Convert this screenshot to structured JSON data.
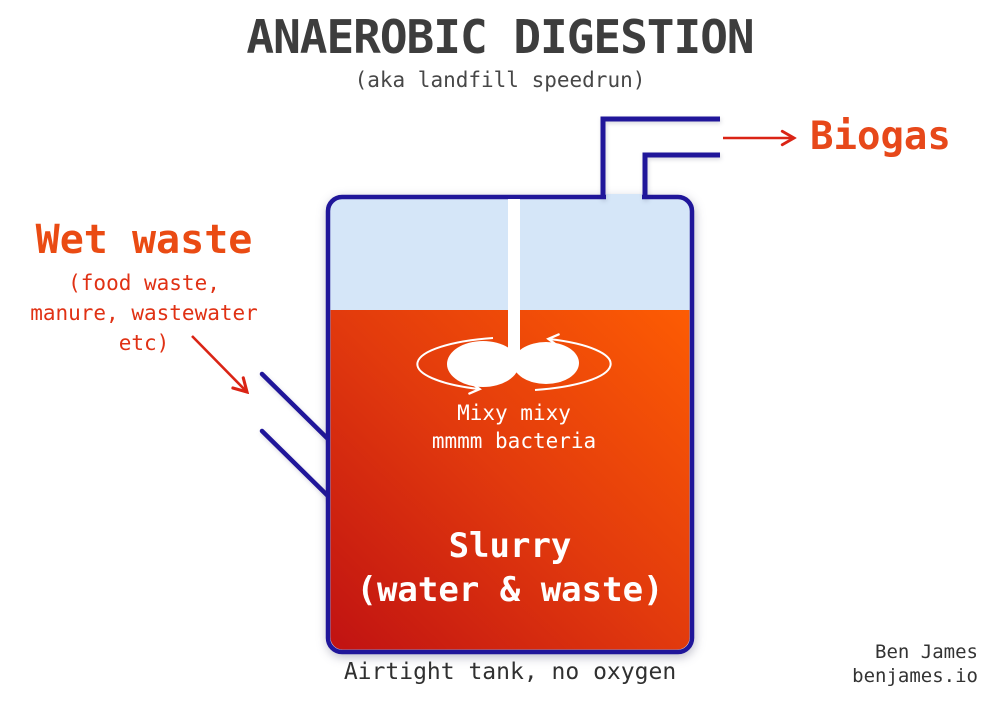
{
  "title": "ANAEROBIC DIGESTION",
  "subtitle": "(aka landfill speedrun)",
  "labels": {
    "biogas": "Biogas",
    "wet_waste_title": "Wet waste",
    "wet_waste_sub1": "(food waste,",
    "wet_waste_sub2": "manure, wastewater",
    "wet_waste_sub3": "etc)",
    "mixer_line1": "Mixy mixy",
    "mixer_line2": "mmmm bacteria",
    "slurry_line1": "Slurry",
    "slurry_line2": "(water & waste)",
    "tank_caption": "Airtight tank, no oxygen"
  },
  "credit": {
    "author": "Ben James",
    "website": "benjames.io"
  },
  "colors": {
    "pipe_navy": "#20169a",
    "accent_orange": "#ea4b13",
    "accent_red": "#da2415",
    "headspace_blue": "#d5e6f8",
    "slurry_dark_red": "#c01212",
    "slurry_bright_orange": "#fd5c03",
    "mixer_white": "#ffffff",
    "text_dark": "#3d3d3d"
  },
  "diagram": {
    "type": "anaerobic-digester-tank",
    "elements": [
      "wet-waste-inlet-pipe",
      "airtight-tank",
      "gas-headspace",
      "slurry-liquid",
      "mixer-impeller",
      "biogas-outlet-pipe"
    ]
  }
}
